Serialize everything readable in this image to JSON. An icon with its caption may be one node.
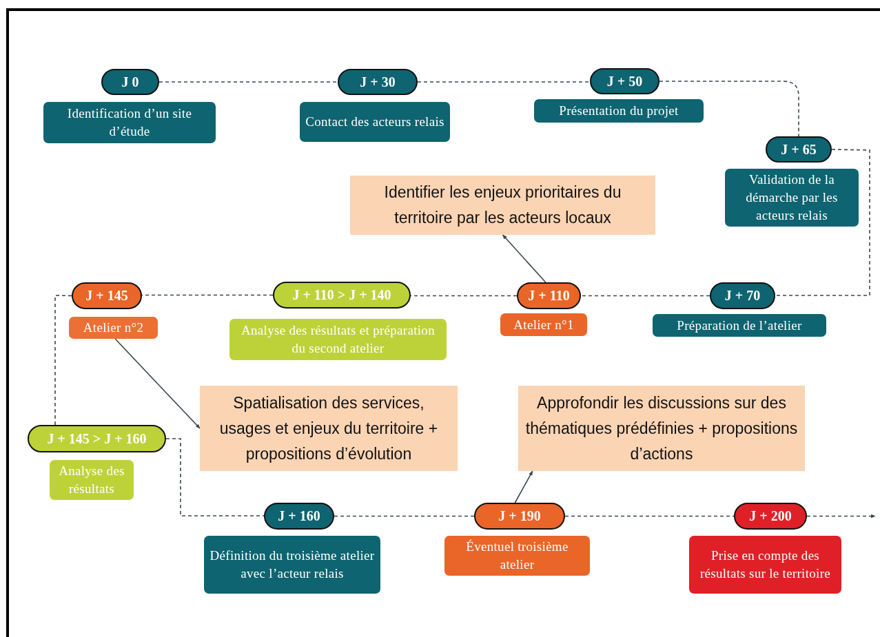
{
  "diagram": {
    "nodes": [
      {
        "text": [
          "J 0"
        ]
      },
      {
        "text": [
          "Identification d’un site d’étude"
        ]
      },
      {
        "text": [
          "J + 30"
        ]
      },
      {
        "text": [
          "Contact des acteurs relais"
        ]
      },
      {
        "text": [
          "J + 50"
        ]
      },
      {
        "text": [
          "Présentation du projet"
        ]
      },
      {
        "text": [
          "J + 65"
        ]
      },
      {
        "text": [
          "Validation de la démarche par les acteurs relais"
        ]
      },
      {
        "text": [
          "Identifier les enjeux prioritaires du territoire par les acteurs locaux"
        ]
      },
      {
        "text": [
          "J + 145"
        ]
      },
      {
        "text": [
          "Atelier n°2"
        ]
      },
      {
        "text": [
          "J + 110 > J + 140"
        ]
      },
      {
        "text": [
          "Analyse des résultats et préparation du second atelier"
        ]
      },
      {
        "text": [
          "J + 110"
        ]
      },
      {
        "text": [
          "Atelier n°1"
        ]
      },
      {
        "text": [
          "J + 70"
        ]
      },
      {
        "text": [
          "Préparation de l’atelier"
        ]
      },
      {
        "text": [
          "Spatialisation des services, usages et enjeux du territoire + propositions d’évolution"
        ]
      },
      {
        "text": [
          "Approfondir les discussions sur des thématiques prédéfinies + propositions d’actions"
        ]
      },
      {
        "text": [
          "J + 145 > J + 160"
        ]
      },
      {
        "text": [
          "Analyse des résultats"
        ]
      },
      {
        "text": [
          "J + 160"
        ]
      },
      {
        "text": [
          "Définition du troisième atelier avec l’acteur relais"
        ]
      },
      {
        "text": [
          "J + 190"
        ]
      },
      {
        "text": [
          "Éventuel troisième atelier"
        ]
      },
      {
        "text": [
          "J + 200"
        ]
      },
      {
        "text": [
          "Prise en compte des résultats sur le territoire"
        ]
      }
    ],
    "edges": [
      {
        "from": 0,
        "to": 2,
        "arrow": "none",
        "style": "dashed"
      },
      {
        "from": 2,
        "to": 4,
        "arrow": "none",
        "style": "dashed"
      },
      {
        "from": 4,
        "to": 6,
        "arrow": "none",
        "style": "dashed"
      },
      {
        "from": 6,
        "to": 15,
        "arrow": "none",
        "style": "dashed"
      },
      {
        "from": 15,
        "to": 13,
        "arrow": "none",
        "style": "dashed"
      },
      {
        "from": 13,
        "to": 11,
        "arrow": "none",
        "style": "dashed"
      },
      {
        "from": 11,
        "to": 9,
        "arrow": "none",
        "style": "dashed"
      },
      {
        "from": 9,
        "to": 19,
        "arrow": "none",
        "style": "dashed"
      },
      {
        "from": 19,
        "to": 21,
        "arrow": "none",
        "style": "dashed"
      },
      {
        "from": 21,
        "to": 23,
        "arrow": "none",
        "style": "dashed"
      },
      {
        "from": 23,
        "to": 25,
        "arrow": "none",
        "style": "dashed"
      },
      {
        "from": 25,
        "to": null,
        "arrow": "to",
        "style": "dashed"
      },
      {
        "from": 13,
        "to": 8,
        "arrow": "to"
      },
      {
        "from": 10,
        "to": 17,
        "arrow": "to"
      },
      {
        "from": 23,
        "to": 18,
        "arrow": "to"
      }
    ]
  }
}
